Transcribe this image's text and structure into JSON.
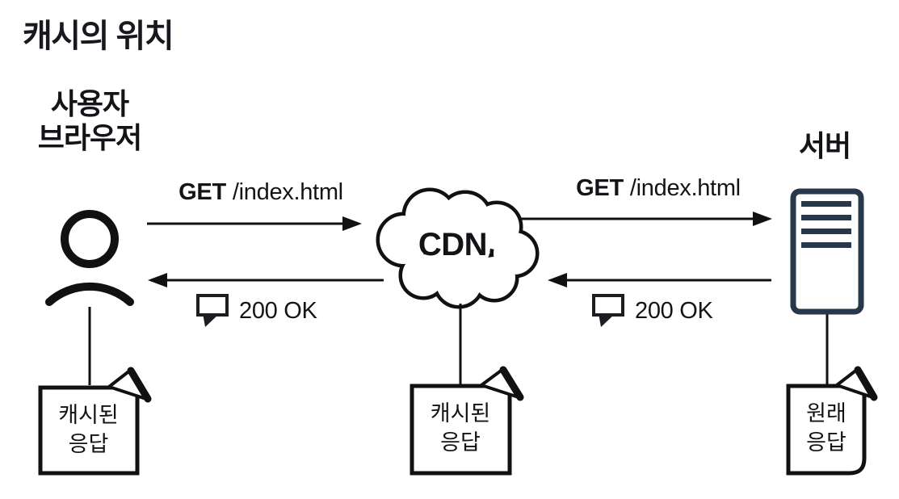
{
  "title": "캐시의 위치",
  "nodes": {
    "user": {
      "line1": "사용자",
      "line2": "브라우저"
    },
    "cdn": {
      "label": "CDN"
    },
    "server": {
      "label": "서버"
    }
  },
  "messages": {
    "request_method": "GET",
    "request_path": "/index.html",
    "response_left": "200 OK",
    "response_right": "200 OK"
  },
  "documents": {
    "browser_cache": {
      "line1": "캐시된",
      "line2": "응답"
    },
    "cdn_cache": {
      "line1": "캐시된",
      "line2": "응답"
    },
    "origin": {
      "line1": "원래",
      "line2": "응답"
    }
  },
  "colors": {
    "ink": "#111111",
    "server_icon": "#263849"
  }
}
